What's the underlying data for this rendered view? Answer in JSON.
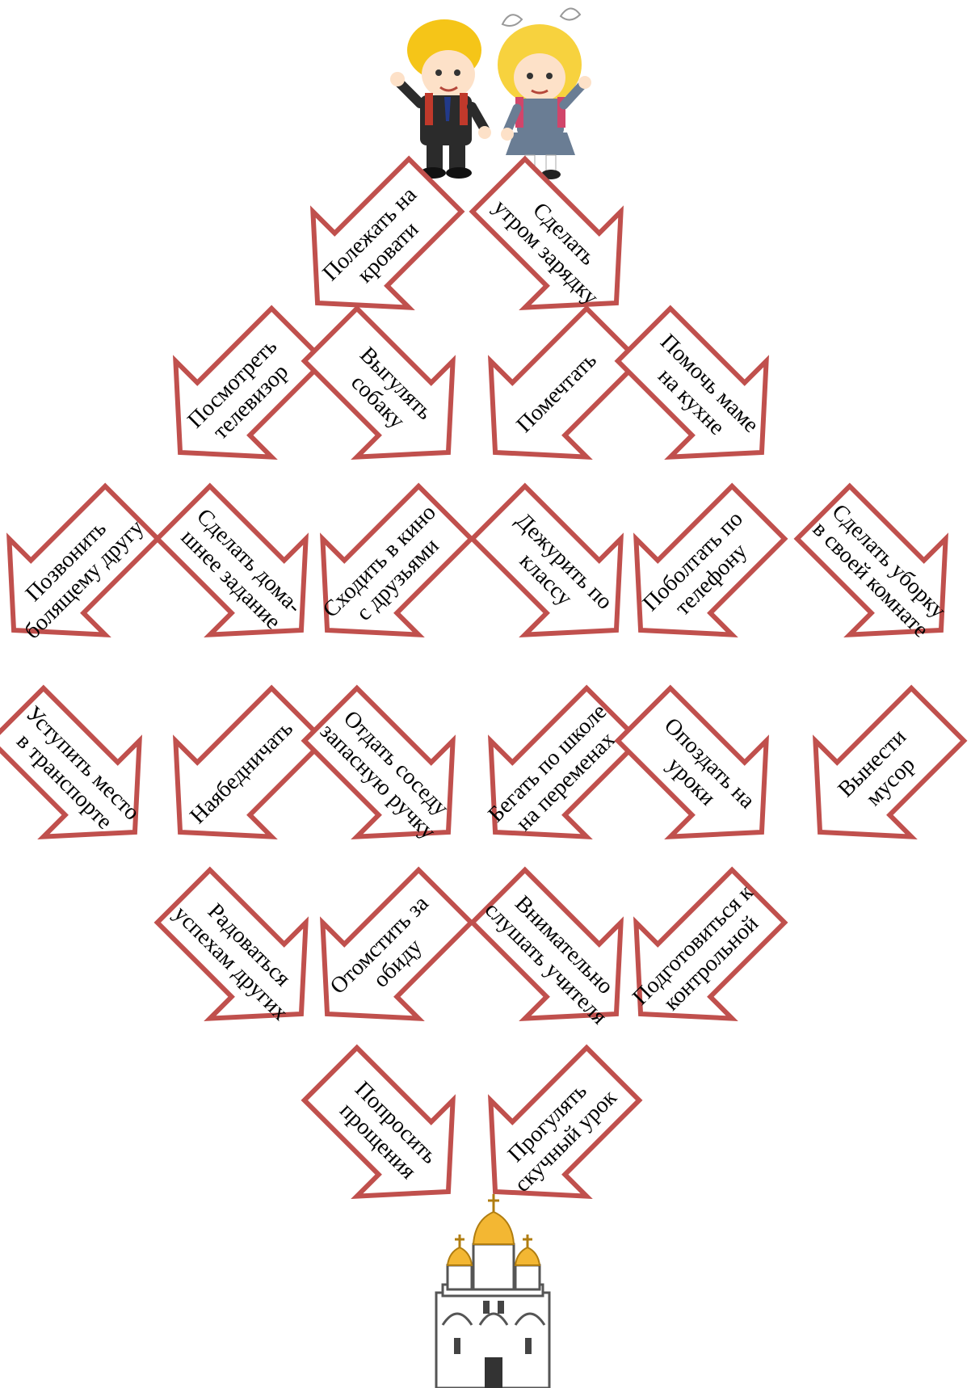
{
  "arrows": [
    {
      "id": "lie-in-bed",
      "lines": [
        "Полежать на",
        "кровати"
      ],
      "dir": "sw"
    },
    {
      "id": "morning-exercise",
      "lines": [
        "Сделать",
        "утром зарядку"
      ],
      "dir": "se"
    },
    {
      "id": "watch-tv",
      "lines": [
        "Посмотреть",
        "телевизор"
      ],
      "dir": "sw"
    },
    {
      "id": "walk-dog",
      "lines": [
        "Выгулять",
        "собаку"
      ],
      "dir": "se"
    },
    {
      "id": "daydream",
      "lines": [
        "Помечтать"
      ],
      "dir": "sw"
    },
    {
      "id": "help-mom",
      "lines": [
        "Помочь маме",
        "на кухне"
      ],
      "dir": "se"
    },
    {
      "id": "call-sick-friend",
      "lines": [
        "Позвонить",
        "болящему другу"
      ],
      "dir": "sw"
    },
    {
      "id": "do-homework",
      "lines": [
        "Сделать дома-",
        "шнее задание"
      ],
      "dir": "se"
    },
    {
      "id": "go-to-cinema",
      "lines": [
        "Сходить в кино",
        "с друзьями"
      ],
      "dir": "sw"
    },
    {
      "id": "class-duty",
      "lines": [
        "Дежурить по",
        "классу"
      ],
      "dir": "se"
    },
    {
      "id": "chat-on-phone",
      "lines": [
        "Поболтать по",
        "телефону"
      ],
      "dir": "sw"
    },
    {
      "id": "clean-room",
      "lines": [
        "Сделать уборку",
        "в своей комнате"
      ],
      "dir": "se"
    },
    {
      "id": "give-up-seat",
      "lines": [
        "Уступить место",
        "в транспорте"
      ],
      "dir": "se"
    },
    {
      "id": "tattle",
      "lines": [
        "Наябедничать"
      ],
      "dir": "sw"
    },
    {
      "id": "give-pen",
      "lines": [
        "Отдать соседу",
        "запасную ручку"
      ],
      "dir": "se"
    },
    {
      "id": "run-at-school",
      "lines": [
        "Бегать по школе",
        "на переменах"
      ],
      "dir": "sw"
    },
    {
      "id": "be-late",
      "lines": [
        "Опоздать на",
        "уроки"
      ],
      "dir": "se"
    },
    {
      "id": "take-out-trash",
      "lines": [
        "Вынести",
        "мусор"
      ],
      "dir": "sw"
    },
    {
      "id": "rejoice-success",
      "lines": [
        "Радоваться",
        "успехам других"
      ],
      "dir": "se"
    },
    {
      "id": "take-revenge",
      "lines": [
        "Отомстить за",
        "обиду"
      ],
      "dir": "sw"
    },
    {
      "id": "listen-teacher",
      "lines": [
        "Внимательно",
        "слушать учителя"
      ],
      "dir": "se"
    },
    {
      "id": "prepare-test",
      "lines": [
        "Подготовиться к",
        "контрольной"
      ],
      "dir": "sw"
    },
    {
      "id": "ask-forgiveness",
      "lines": [
        "Попросить",
        "прощения"
      ],
      "dir": "se"
    },
    {
      "id": "skip-lesson",
      "lines": [
        "Прогулять",
        "скучный урок"
      ],
      "dir": "sw"
    }
  ],
  "images": {
    "top": "children-with-backpacks",
    "bottom": "orthodox-church"
  },
  "colors": {
    "arrow_border": "#c0504d",
    "background": "#ffffff"
  }
}
